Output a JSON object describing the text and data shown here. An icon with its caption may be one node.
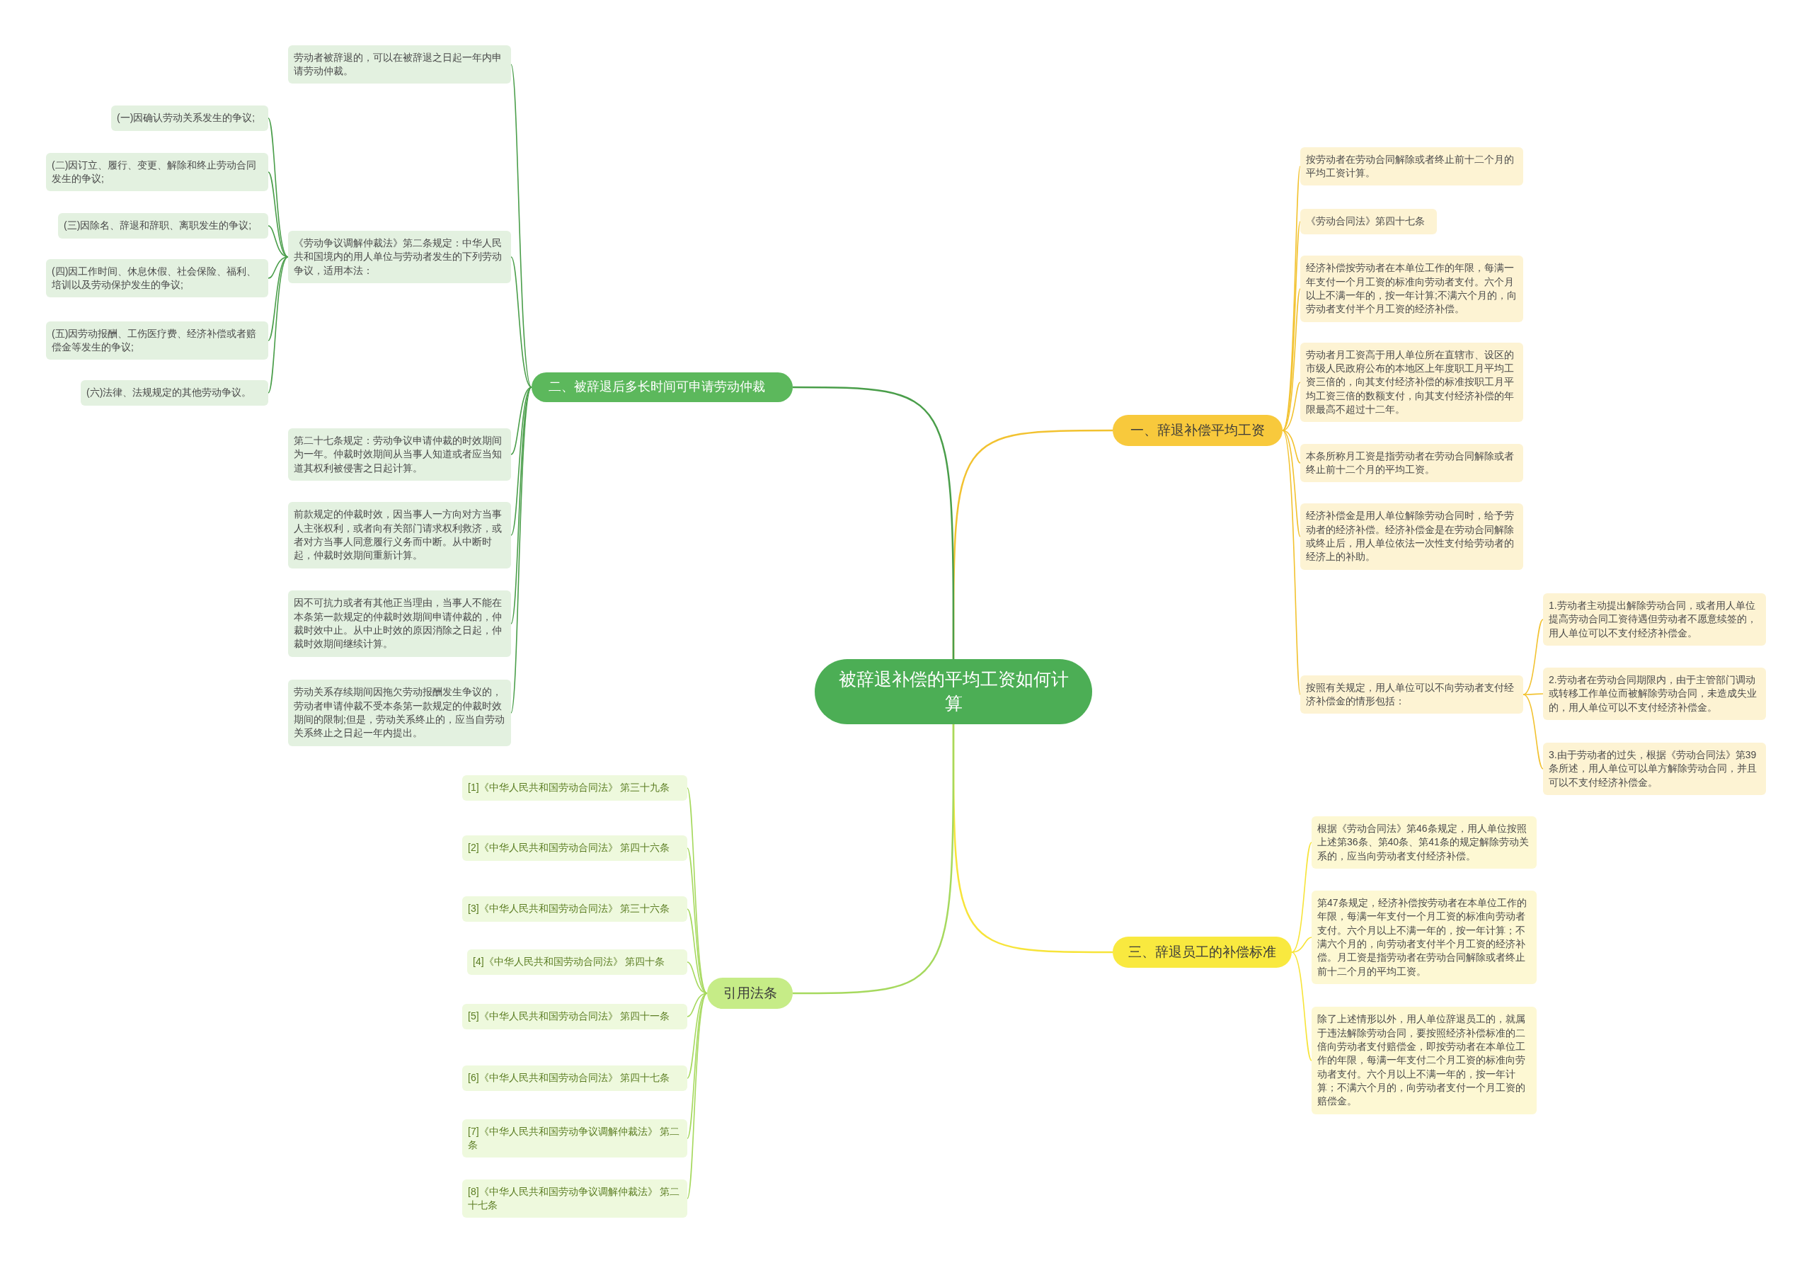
{
  "diagram": {
    "nodes": [
      {
        "text": [
          "被辞退补偿的平均工资如何计算"
        ]
      },
      {
        "text": [
          "一、辞退补偿平均工资"
        ]
      },
      {
        "text": [
          "按劳动者在劳动合同解除或者终止前十二个月的平均工资计算。"
        ]
      },
      {
        "text": [
          "《劳动合同法》第四十七条"
        ]
      },
      {
        "text": [
          "经济补偿按劳动者在本单位工作的年限，每满一年支付一个月工资的标准向劳动者支付。六个月以上不满一年的，按一年计算;不满六个月的，向劳动者支付半个月工资的经济补偿。"
        ]
      },
      {
        "text": [
          "劳动者月工资高于用人单位所在直辖市、设区的市级人民政府公布的本地区上年度职工月平均工资三倍的，向其支付经济补偿的标准按职工月平均工资三倍的数额支付，向其支付经济补偿的年限最高不超过十二年。"
        ]
      },
      {
        "text": [
          "本条所称月工资是指劳动者在劳动合同解除或者终止前十二个月的平均工资。"
        ]
      },
      {
        "text": [
          "经济补偿金是用人单位解除劳动合同时，给予劳动者的经济补偿。经济补偿金是在劳动合同解除或终止后，用人单位依法一次性支付给劳动者的经济上的补助。"
        ]
      },
      {
        "text": [
          "按照有关规定，用人单位可以不向劳动者支付经济补偿金的情形包括："
        ]
      },
      {
        "text": [
          "1.劳动者主动提出解除劳动合同，或者用人单位提高劳动合同工资待遇但劳动者不愿意续签的，用人单位可以不支付经济补偿金。"
        ]
      },
      {
        "text": [
          "2.劳动者在劳动合同期限内，由于主管部门调动或转移工作单位而被解除劳动合同，未造成失业的，用人单位可以不支付经济补偿金。"
        ]
      },
      {
        "text": [
          "3.由于劳动者的过失，根据《劳动合同法》第39条所述，用人单位可以单方解除劳动合同，并且可以不支付经济补偿金。"
        ]
      },
      {
        "text": [
          "三、辞退员工的补偿标准"
        ]
      },
      {
        "text": [
          "根据《劳动合同法》第46条规定，用人单位按照上述第36条、第40条、第41条的规定解除劳动关系的，应当向劳动者支付经济补偿。"
        ]
      },
      {
        "text": [
          "第47条规定，经济补偿按劳动者在本单位工作的年限，每满一年支付一个月工资的标准向劳动者支付。六个月以上不满一年的，按一年计算；不满六个月的，向劳动者支付半个月工资的经济补偿。月工资是指劳动者在劳动合同解除或者终止前十二个月的平均工资。"
        ]
      },
      {
        "text": [
          "除了上述情形以外，用人单位辞退员工的，就属于违法解除劳动合同，要按照经济补偿标准的二倍向劳动者支付赔偿金，即按劳动者在本单位工作的年限，每满一年支付二个月工资的标准向劳动者支付。六个月以上不满一年的，按一年计算；不满六个月的，向劳动者支付一个月工资的赔偿金。"
        ]
      },
      {
        "text": [
          "引用法条"
        ]
      },
      {
        "text": [
          "[1]《中华人民共和国劳动合同法》 第三十九条"
        ]
      },
      {
        "text": [
          "[2]《中华人民共和国劳动合同法》 第四十六条"
        ]
      },
      {
        "text": [
          "[3]《中华人民共和国劳动合同法》 第三十六条"
        ]
      },
      {
        "text": [
          "[4]《中华人民共和国劳动合同法》 第四十条"
        ]
      },
      {
        "text": [
          "[5]《中华人民共和国劳动合同法》 第四十一条"
        ]
      },
      {
        "text": [
          "[6]《中华人民共和国劳动合同法》 第四十七条"
        ]
      },
      {
        "text": [
          "[7]《中华人民共和国劳动争议调解仲裁法》 第二条"
        ]
      },
      {
        "text": [
          "[8]《中华人民共和国劳动争议调解仲裁法》 第二十七条"
        ]
      },
      {
        "text": [
          "二、被辞退后多长时间可申请劳动仲裁"
        ]
      },
      {
        "text": [
          "劳动者被辞退的，可以在被辞退之日起一年内申请劳动仲裁。"
        ]
      },
      {
        "text": [
          "《劳动争议调解仲裁法》第二条规定：中华人民共和国境内的用人单位与劳动者发生的下列劳动争议，适用本法："
        ]
      },
      {
        "text": [
          "(一)因确认劳动关系发生的争议;"
        ]
      },
      {
        "text": [
          "(二)因订立、履行、变更、解除和终止劳动合同发生的争议;"
        ]
      },
      {
        "text": [
          "(三)因除名、辞退和辞职、离职发生的争议;"
        ]
      },
      {
        "text": [
          "(四)因工作时间、休息休假、社会保险、福利、培训以及劳动保护发生的争议;"
        ]
      },
      {
        "text": [
          "(五)因劳动报酬、工伤医疗费、经济补偿或者赔偿金等发生的争议;"
        ]
      },
      {
        "text": [
          "(六)法律、法规规定的其他劳动争议。"
        ]
      },
      {
        "text": [
          "第二十七条规定：劳动争议申请仲裁的时效期间为一年。仲裁时效期间从当事人知道或者应当知道其权利被侵害之日起计算。"
        ]
      },
      {
        "text": [
          "前款规定的仲裁时效，因当事人一方向对方当事人主张权利，或者向有关部门请求权利救济，或者对方当事人同意履行义务而中断。从中断时起，仲裁时效期间重新计算。"
        ]
      },
      {
        "text": [
          "因不可抗力或者有其他正当理由，当事人不能在本条第一款规定的仲裁时效期间申请仲裁的，仲裁时效中止。从中止时效的原因消除之日起，仲裁时效期间继续计算。"
        ]
      },
      {
        "text": [
          "劳动关系存续期间因拖欠劳动报酬发生争议的，劳动者申请仲裁不受本条第一款规定的仲裁时效期间的限制;但是，劳动关系终止的，应当自劳动关系终止之日起一年内提出。"
        ]
      }
    ],
    "edges": [
      {
        "from": 0,
        "to": 1,
        "arrow": "none",
        "color": "#f2c230"
      },
      {
        "from": 1,
        "to": 2,
        "arrow": "none",
        "color": "#f2c230"
      },
      {
        "from": 1,
        "to": 3,
        "arrow": "none",
        "color": "#f2c230"
      },
      {
        "from": 1,
        "to": 4,
        "arrow": "none",
        "color": "#f2c230"
      },
      {
        "from": 1,
        "to": 5,
        "arrow": "none",
        "color": "#f2c230"
      },
      {
        "from": 1,
        "to": 6,
        "arrow": "none",
        "color": "#f2c230"
      },
      {
        "from": 1,
        "to": 7,
        "arrow": "none",
        "color": "#f2c230"
      },
      {
        "from": 1,
        "to": 8,
        "arrow": "none",
        "color": "#f2c230"
      },
      {
        "from": 8,
        "to": 9,
        "arrow": "none",
        "color": "#f2c230"
      },
      {
        "from": 8,
        "to": 10,
        "arrow": "none",
        "color": "#f2c230"
      },
      {
        "from": 8,
        "to": 11,
        "arrow": "none",
        "color": "#f2c230"
      },
      {
        "from": 0,
        "to": 12,
        "arrow": "none",
        "color": "#f7e43a"
      },
      {
        "from": 12,
        "to": 13,
        "arrow": "none",
        "color": "#f7e43a"
      },
      {
        "from": 12,
        "to": 14,
        "arrow": "none",
        "color": "#f7e43a"
      },
      {
        "from": 12,
        "to": 15,
        "arrow": "none",
        "color": "#f7e43a"
      },
      {
        "from": 0,
        "to": 16,
        "arrow": "none",
        "color": "#a6d95e"
      },
      {
        "from": 16,
        "to": 17,
        "arrow": "none",
        "color": "#a6d95e"
      },
      {
        "from": 16,
        "to": 18,
        "arrow": "none",
        "color": "#a6d95e"
      },
      {
        "from": 16,
        "to": 19,
        "arrow": "none",
        "color": "#a6d95e"
      },
      {
        "from": 16,
        "to": 20,
        "arrow": "none",
        "color": "#a6d95e"
      },
      {
        "from": 16,
        "to": 21,
        "arrow": "none",
        "color": "#a6d95e"
      },
      {
        "from": 16,
        "to": 22,
        "arrow": "none",
        "color": "#a6d95e"
      },
      {
        "from": 16,
        "to": 23,
        "arrow": "none",
        "color": "#a6d95e"
      },
      {
        "from": 16,
        "to": 24,
        "arrow": "none",
        "color": "#a6d95e"
      },
      {
        "from": 0,
        "to": 25,
        "arrow": "none"
      },
      {
        "from": 25,
        "to": 26,
        "arrow": "none"
      },
      {
        "from": 25,
        "to": 27,
        "arrow": "none"
      },
      {
        "from": 27,
        "to": 28,
        "arrow": "none"
      },
      {
        "from": 27,
        "to": 29,
        "arrow": "none"
      },
      {
        "from": 27,
        "to": 30,
        "arrow": "none"
      },
      {
        "from": 27,
        "to": 31,
        "arrow": "none"
      },
      {
        "from": 27,
        "to": 32,
        "arrow": "none"
      },
      {
        "from": 27,
        "to": 33,
        "arrow": "none"
      },
      {
        "from": 25,
        "to": 34,
        "arrow": "none"
      },
      {
        "from": 25,
        "to": 35,
        "arrow": "none"
      },
      {
        "from": 25,
        "to": 36,
        "arrow": "none"
      },
      {
        "from": 25,
        "to": 37,
        "arrow": "none"
      }
    ]
  }
}
